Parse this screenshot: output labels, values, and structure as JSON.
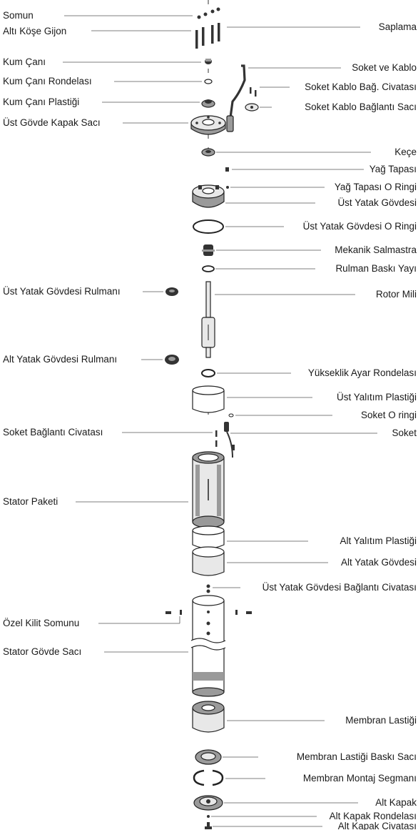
{
  "title": "",
  "colors": {
    "text": "#1a1a1a",
    "leader": "#555555",
    "part_outline": "#222222"
  },
  "labels_left": [
    "Somun",
    "Altı Köşe Gijon",
    "Kum Çanı",
    "Kum Çanı Rondelası",
    "Kum Çanı Plastiği",
    "Üst Gövde Kapak Sacı",
    "Üst Yatak Gövdesi Rulmanı",
    "Alt Yatak Gövdesi Rulmanı",
    "Soket Bağlantı Civatası",
    "Stator Paketi",
    "Özel Kilit Somunu",
    "Stator Gövde Sacı"
  ],
  "labels_right": [
    "Saplama",
    "Soket ve Kablo",
    "Soket Kablo Bağ. Civatası",
    "Soket Kablo Bağlantı Sacı",
    "Keçe",
    "Yağ Tapası",
    "Yağ Tapası O Ringi",
    "Üst Yatak Gövdesi",
    "Üst Yatak Gövdesi O Ringi",
    "Mekanik Salmastra",
    "Rulman Baskı Yayı",
    "Rotor Mili",
    "Yükseklik Ayar Rondelası",
    "Üst Yalıtım Plastiği",
    "Soket O ringi",
    "Soket",
    "Alt Yalıtım Plastiği",
    "Alt Yatak Gövdesi",
    "Üst Yatak Gövdesi Bağlantı Civatası",
    "Membran Lastiği",
    "Membran Lastiği Baskı Sacı",
    "Membran Montaj Segmanı",
    "Alt Kapak",
    "Alt Kapak Rondelası",
    "Alt Kapak Civatası"
  ]
}
